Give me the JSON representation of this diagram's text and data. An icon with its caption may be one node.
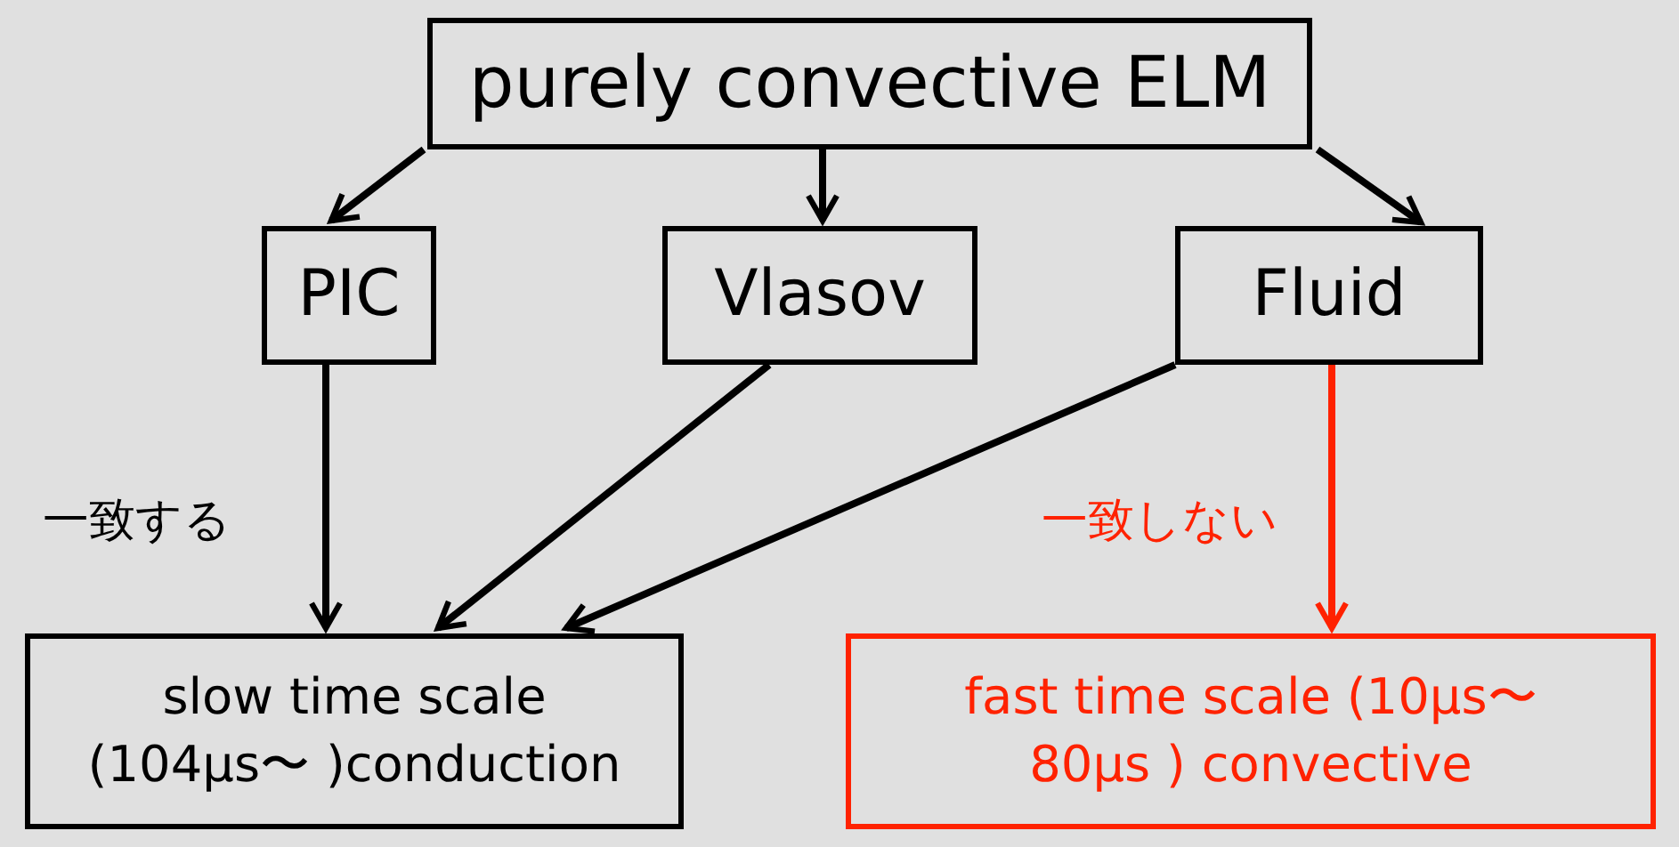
{
  "diagram": {
    "nodes": [
      {
        "text": [
          "purely convective ELM"
        ]
      },
      {
        "text": [
          "PIC"
        ]
      },
      {
        "text": [
          "Vlasov"
        ]
      },
      {
        "text": [
          "Fluid"
        ]
      },
      {
        "text": [
          "slow time scale (104μs〜 )conduction"
        ]
      },
      {
        "text": [
          "fast time scale (10μs〜80μs ) convective"
        ]
      }
    ],
    "edges": [
      {
        "from": 0,
        "to": 1,
        "arrow": "to"
      },
      {
        "from": 0,
        "to": 2,
        "arrow": "to"
      },
      {
        "from": 0,
        "to": 3,
        "arrow": "to"
      },
      {
        "from": 1,
        "to": 4,
        "arrow": "to",
        "label": "一致する"
      },
      {
        "from": 2,
        "to": 4,
        "arrow": "to"
      },
      {
        "from": 3,
        "to": 4,
        "arrow": "to"
      },
      {
        "from": 3,
        "to": 5,
        "arrow": "to",
        "color": "#ff2200",
        "label": "一致しない"
      }
    ]
  }
}
